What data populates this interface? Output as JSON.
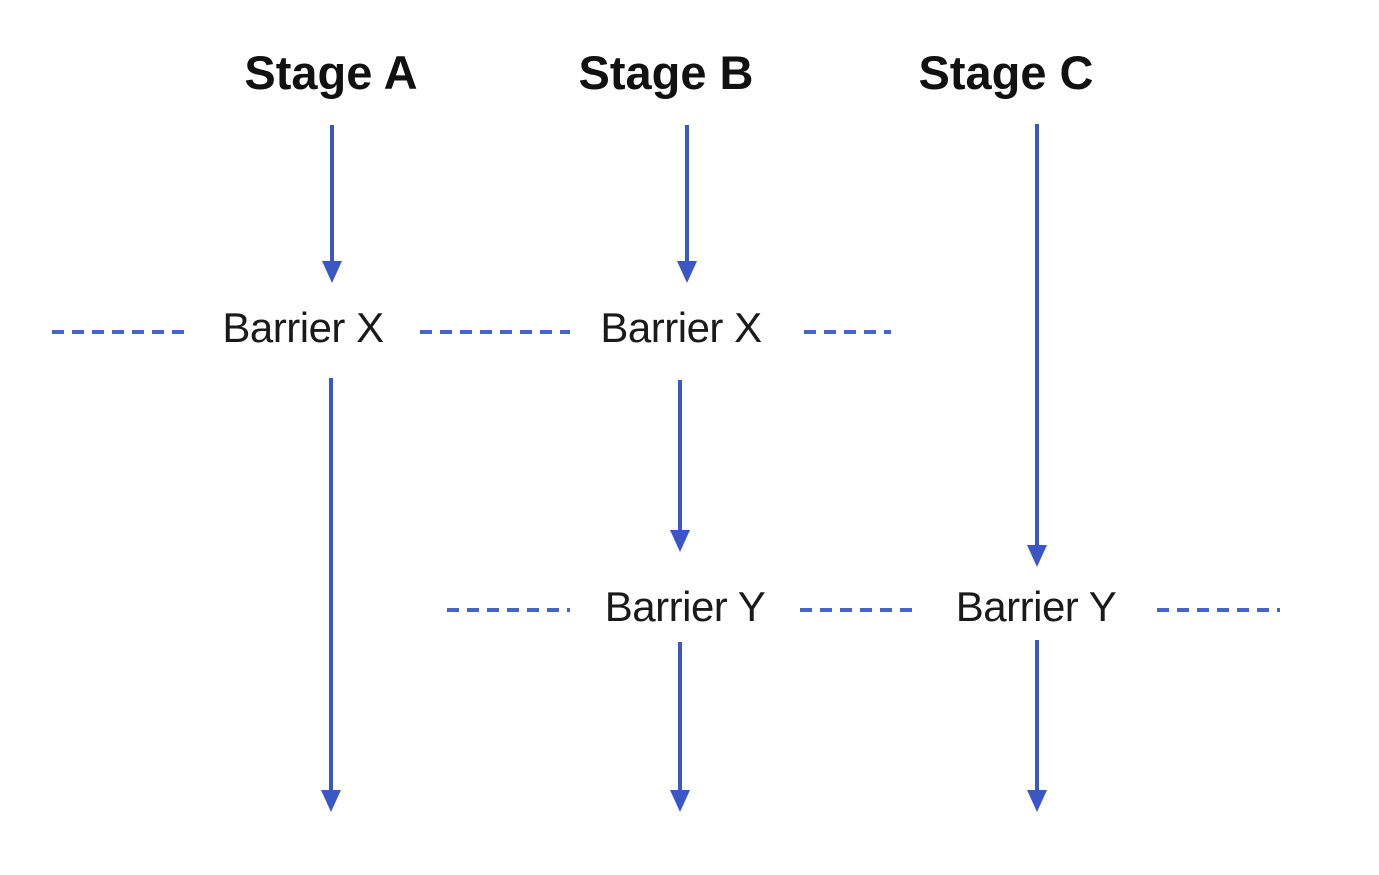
{
  "diagram": {
    "stage_headers": [
      {
        "label": "Stage A"
      },
      {
        "label": "Stage B"
      },
      {
        "label": "Stage C"
      }
    ],
    "barrier_row_x": {
      "labels": [
        "Barrier X",
        "Barrier X"
      ]
    },
    "barrier_row_y": {
      "labels": [
        "Barrier Y",
        "Barrier Y"
      ]
    },
    "structure": {
      "columns": [
        {
          "stage": "Stage A",
          "crosses": [
            "Barrier X"
          ]
        },
        {
          "stage": "Stage B",
          "crosses": [
            "Barrier X",
            "Barrier Y"
          ]
        },
        {
          "stage": "Stage C",
          "crosses": [
            "Barrier Y"
          ]
        }
      ]
    },
    "colors": {
      "arrow": "#3a57c4",
      "dash": "#4565c8",
      "text": "#111111",
      "background": "#ffffff"
    }
  }
}
